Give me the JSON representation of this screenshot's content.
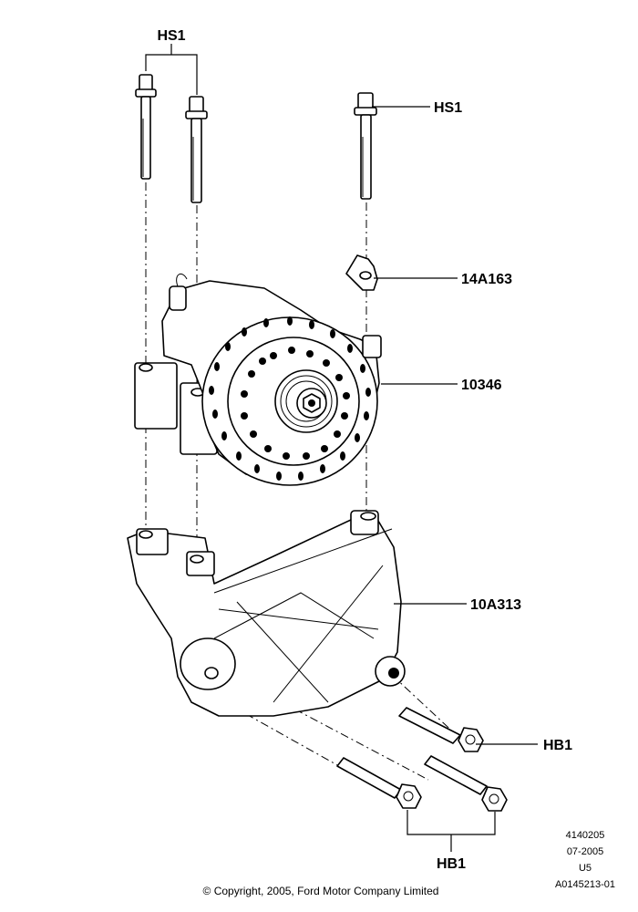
{
  "callouts": {
    "hs1_top_left": "HS1",
    "hs1_right": "HS1",
    "bracket_small": "14A163",
    "generator": "10346",
    "mount_bracket": "10A313",
    "hb1_right": "HB1",
    "hb1_bottom": "HB1"
  },
  "illustration_codes": [
    "4140205",
    "07-2005",
    "U5",
    "A0145213-01"
  ],
  "copyright": "© Copyright, 2005, Ford Motor Company Limited",
  "parts": [
    {
      "id": "HS1",
      "description": "bolt",
      "quantity": 3
    },
    {
      "id": "14A163",
      "description": "bracket"
    },
    {
      "id": "10346",
      "description": "generator"
    },
    {
      "id": "10A313",
      "description": "generator mounting bracket"
    },
    {
      "id": "HB1",
      "description": "bolt",
      "quantity": 3
    }
  ]
}
